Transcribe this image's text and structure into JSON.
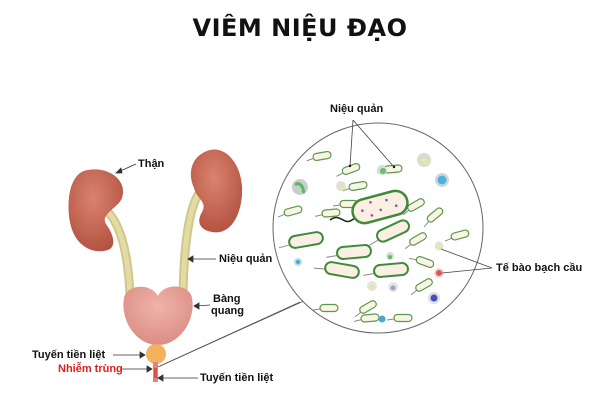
{
  "title": "VIÊM NIỆU ĐẠO",
  "labels": {
    "kidney": "Thận",
    "ureter": "Niệu quản",
    "bladder_line1": "Bàng",
    "bladder_line2": "quang",
    "prostate_left": "Tuyến tiền liệt",
    "infection": "Nhiễm trùng",
    "prostate_bottom": "Tuyến tiền liệt",
    "magnified_bacteria": "Niệu quản",
    "white_blood_cells": "Tế bào bạch cầu"
  },
  "colors": {
    "kidney": "#c9604a",
    "ureter": "#d9d49a",
    "bladder": "#e8a29a",
    "prostate": "#f2b25e",
    "infection": "#e02020",
    "bacteria_outline": "#3e8a3a",
    "bacteria_fill": "#fbeee2"
  }
}
